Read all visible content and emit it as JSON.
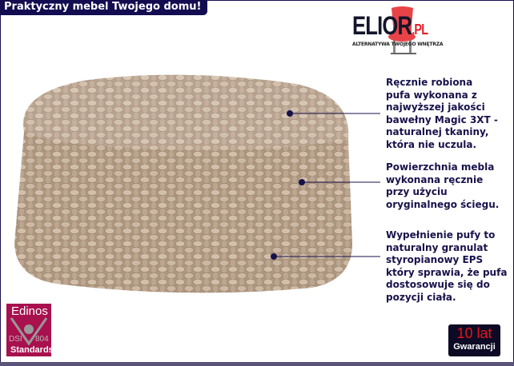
{
  "header": {
    "tagline": "Praktyczny mebel Twojego domu!"
  },
  "logo": {
    "brand": "ELIOR",
    "suffix": ".PL",
    "subtitle": "ALTERNATYWA TWOJEGO WNĘTRZA"
  },
  "features": [
    {
      "lines": [
        "Ręcznie robiona",
        "pufa wykonana z",
        "najwyższej jakości",
        "bawełny Magic 3XT -",
        "naturalnej tkaniny,",
        "która nie uczula."
      ]
    },
    {
      "lines": [
        "Powierzchnia mebla",
        "wykonana ręcznie",
        "przy użyciu",
        "oryginalnego ściegu."
      ]
    },
    {
      "lines": [
        "Wypełnienie pufy to",
        "naturalny granulat",
        "styropianowy EPS",
        "który sprawia, że pufa",
        "dostosowuje się do",
        "pozycji ciała."
      ]
    }
  ],
  "badges": {
    "edinos": {
      "title": "Edinos",
      "left": "DSI",
      "right": "804",
      "bottom": "Standards"
    },
    "warranty": {
      "years": "10 lat",
      "label": "Gwarancji"
    }
  },
  "colors": {
    "navy": "#140c50",
    "brand_red": "#e0222a",
    "badge_magenta": "#a8104e",
    "rope": "#c4ad96"
  }
}
